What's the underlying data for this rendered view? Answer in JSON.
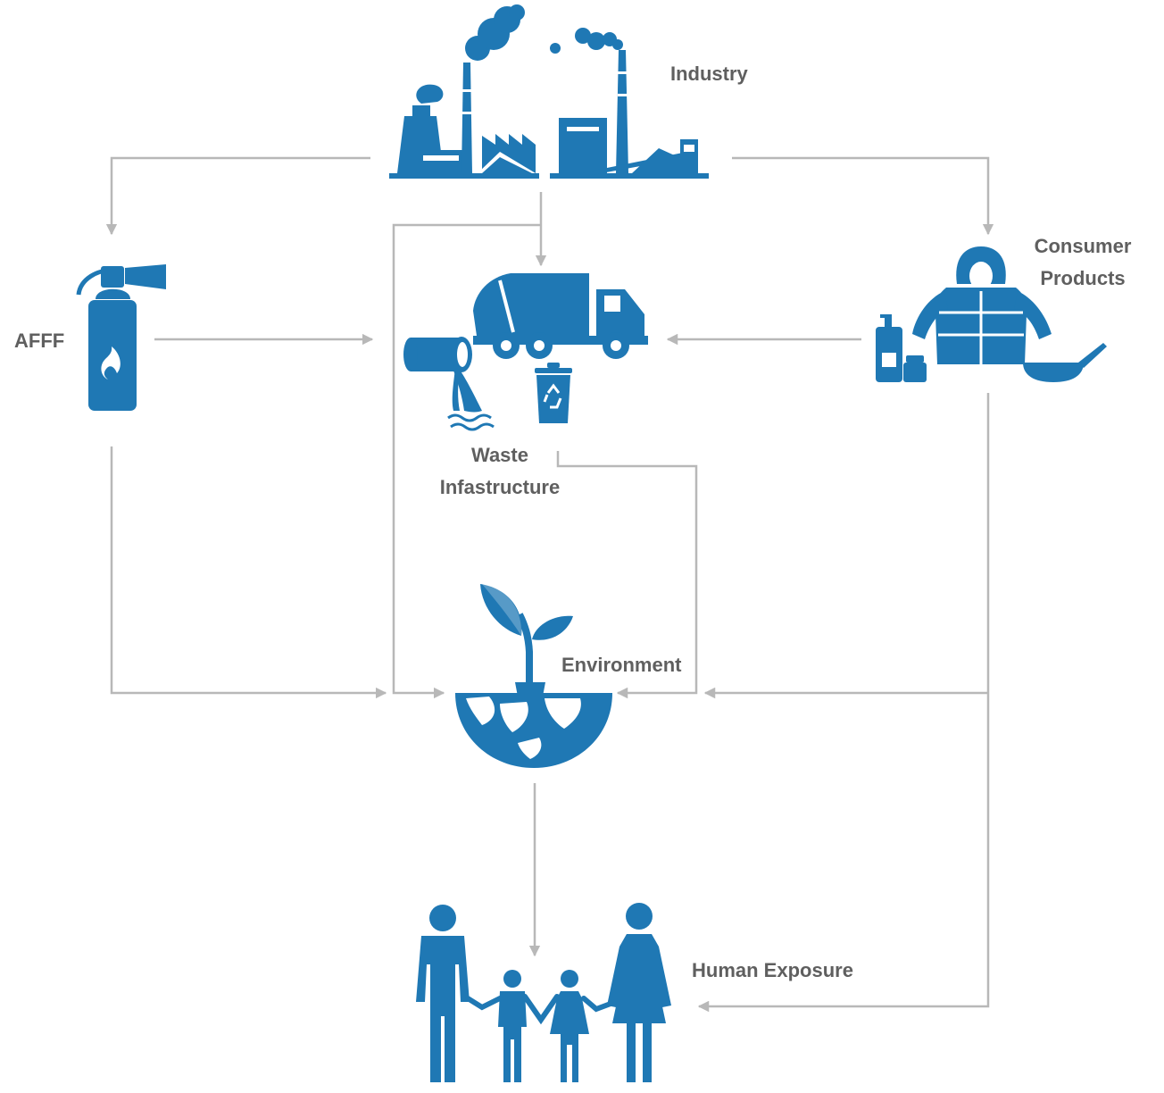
{
  "colors": {
    "icon": "#1f78b4",
    "arrow": "#b8b8b8",
    "label": "#5f5f5f",
    "background": "#ffffff"
  },
  "nodes": {
    "industry": {
      "label": "Industry",
      "icon": "factory-icon"
    },
    "afff": {
      "label": "AFFF",
      "icon": "fire-extinguisher-icon"
    },
    "waste": {
      "label_line1": "Waste",
      "label_line2": "Infastructure",
      "icon": "garbage-truck-icon"
    },
    "consumer": {
      "label_line1": "Consumer",
      "label_line2": "Products",
      "icon": "consumer-products-icon"
    },
    "environment": {
      "label": "Environment",
      "icon": "earth-sprout-icon"
    },
    "human": {
      "label": "Human Exposure",
      "icon": "family-icon"
    }
  },
  "edges": [
    {
      "from": "industry",
      "to": "afff"
    },
    {
      "from": "industry",
      "to": "waste"
    },
    {
      "from": "industry",
      "to": "consumer"
    },
    {
      "from": "industry",
      "to": "environment"
    },
    {
      "from": "afff",
      "to": "waste"
    },
    {
      "from": "afff",
      "to": "environment"
    },
    {
      "from": "consumer",
      "to": "waste"
    },
    {
      "from": "consumer",
      "to": "environment"
    },
    {
      "from": "consumer",
      "to": "human"
    },
    {
      "from": "waste",
      "to": "environment"
    },
    {
      "from": "environment",
      "to": "human"
    }
  ]
}
